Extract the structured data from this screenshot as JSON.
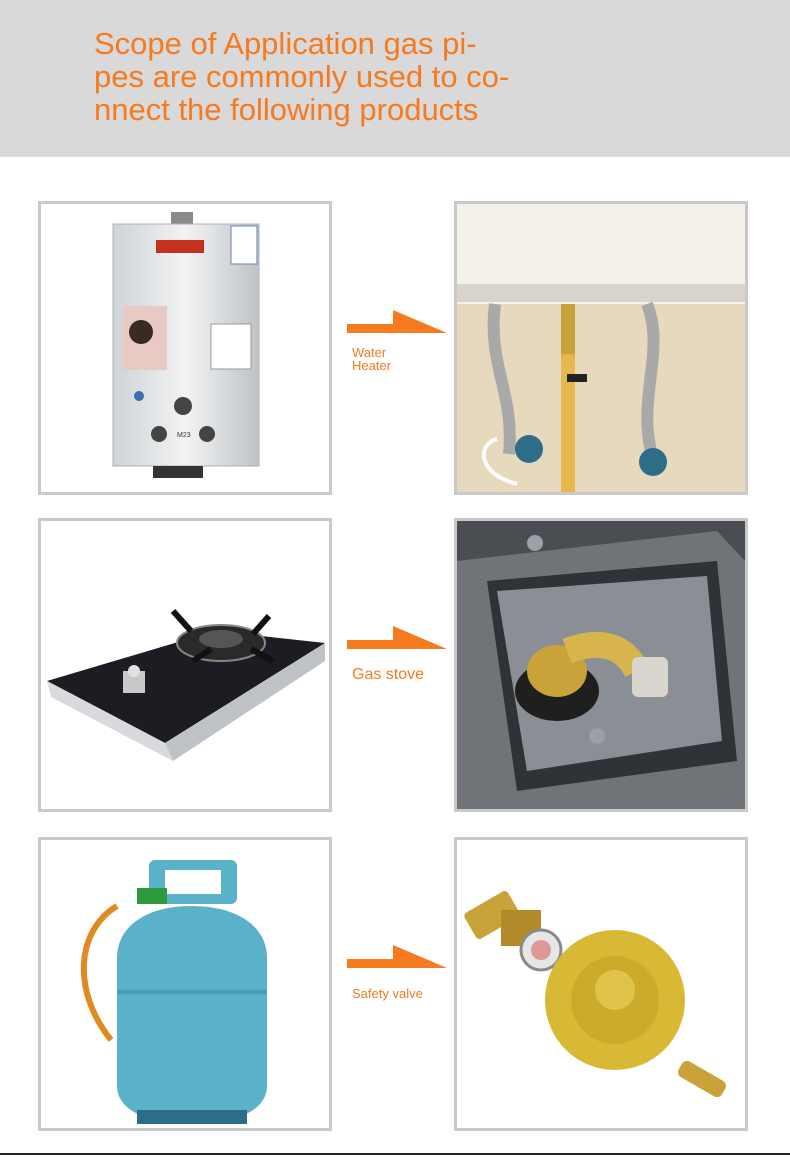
{
  "header": {
    "title_lines": [
      "Scope of Application gas pi-",
      "pes are commonly used to co-",
      "nnect the following products"
    ]
  },
  "rows": [
    {
      "label_lines": [
        "Water",
        "Heater"
      ],
      "heater_model": "M23"
    },
    {
      "label": "Gas stove"
    },
    {
      "label": "Safety valve"
    }
  ],
  "colors": {
    "accent": "#f57a20",
    "header_bg": "#d9d9d9",
    "frame_border": "#c9c9c9"
  }
}
